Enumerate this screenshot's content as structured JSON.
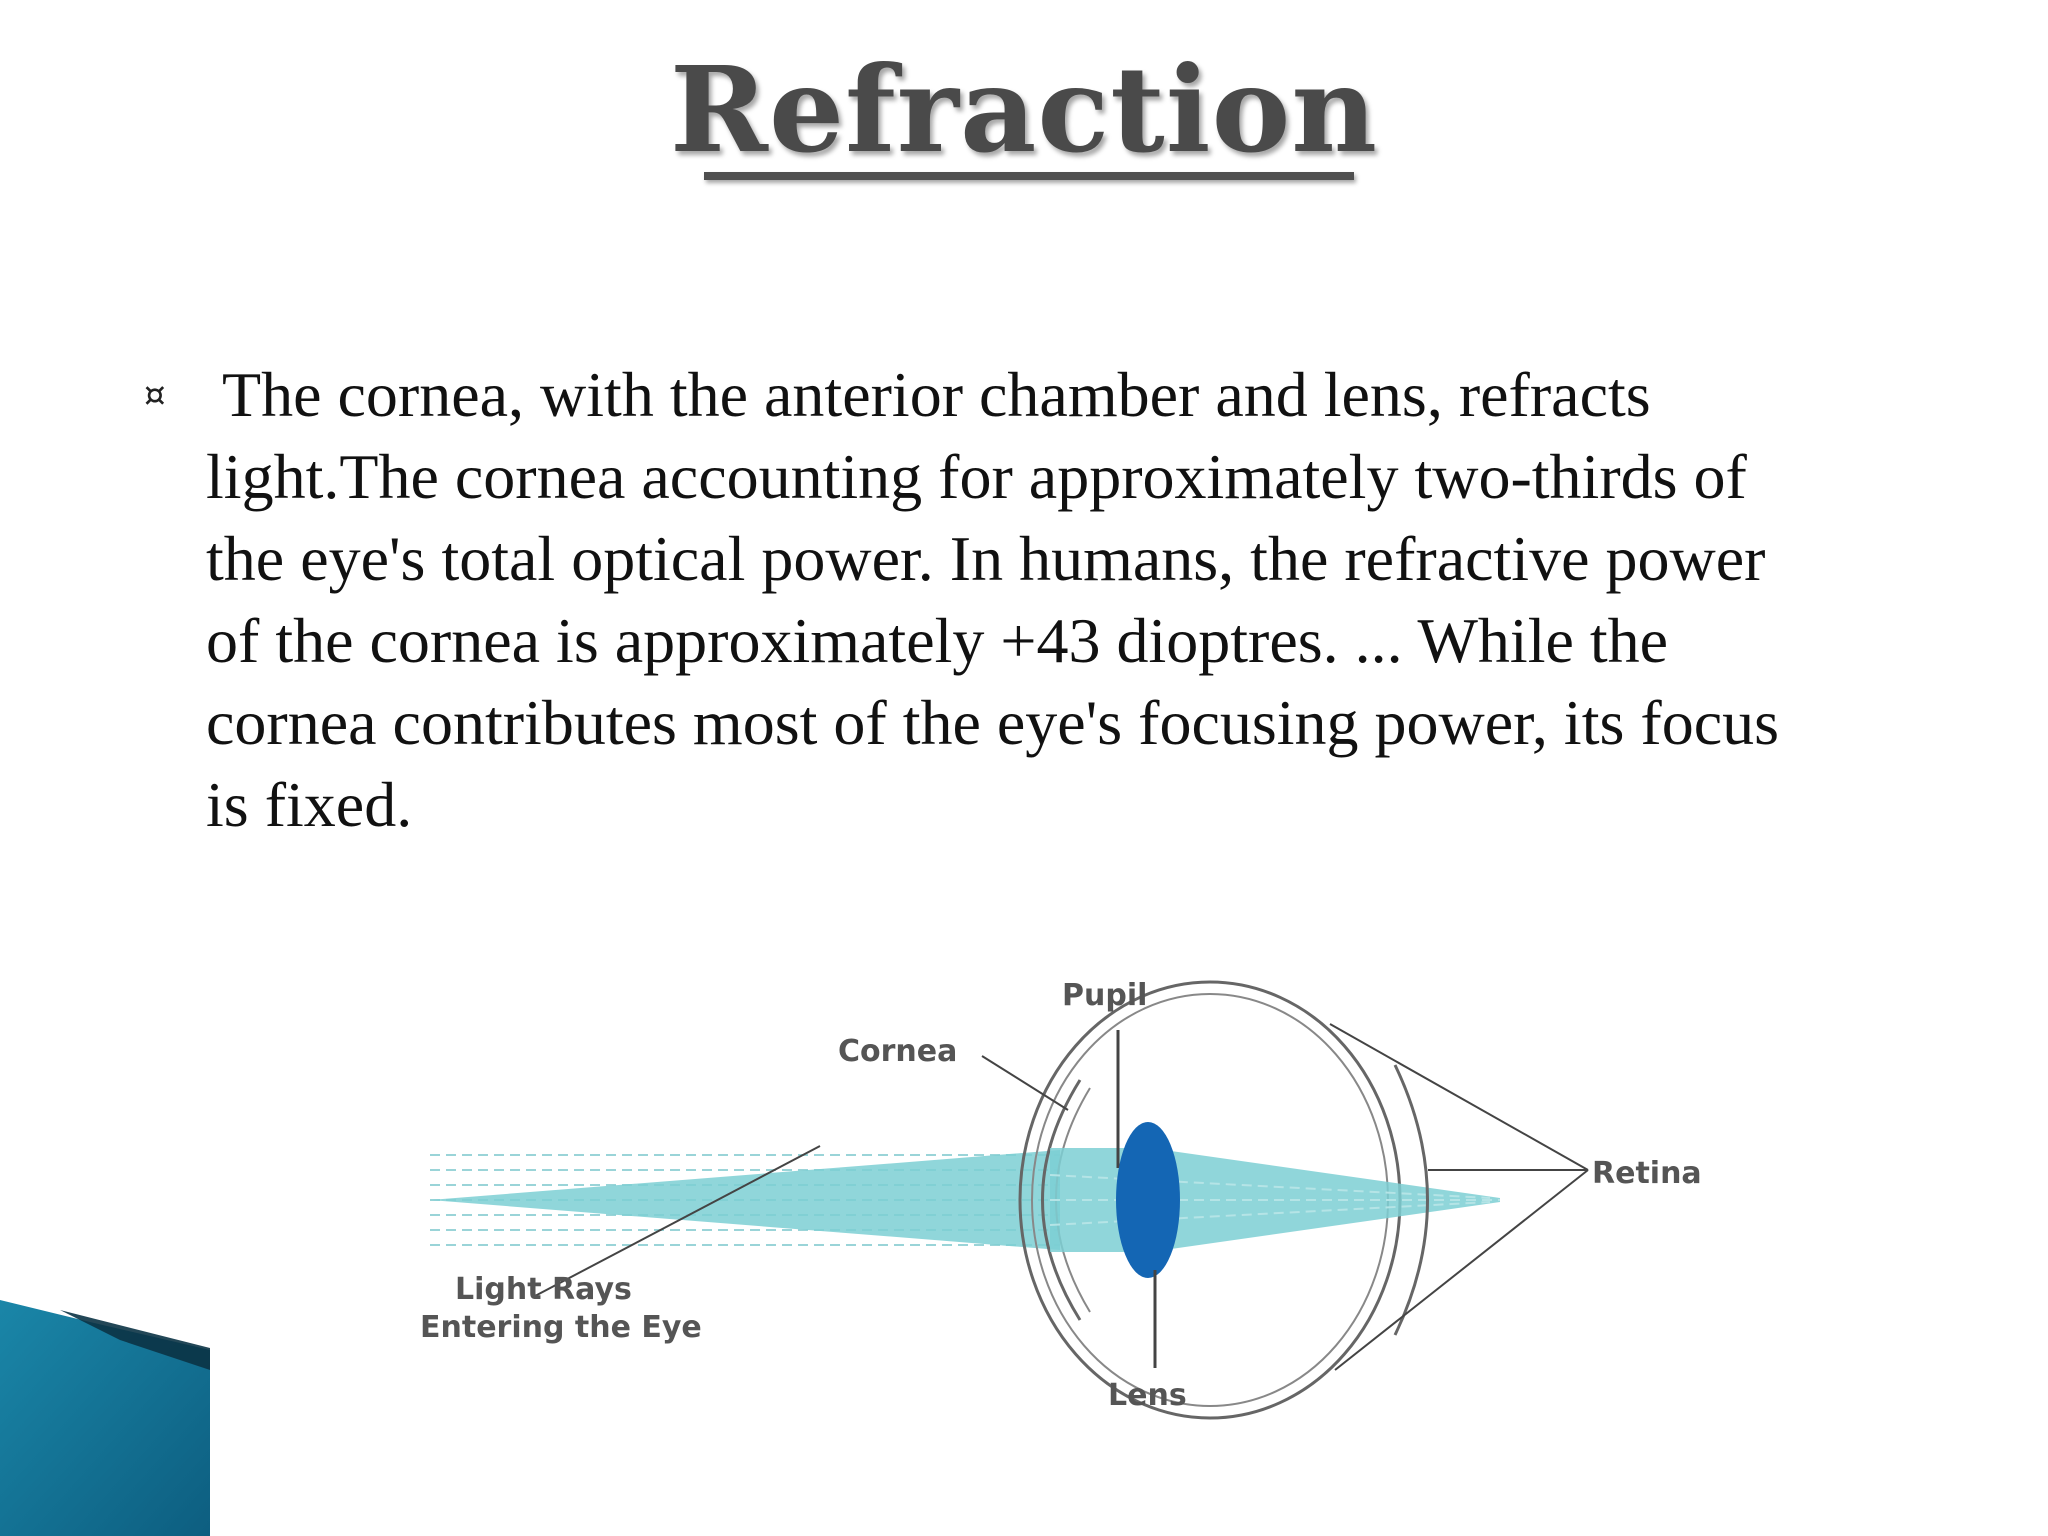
{
  "slide": {
    "title": "Refraction",
    "bullet_marker": "¤",
    "bullet_text": "The cornea, with the anterior chamber and lens, refracts\nlight.The cornea accounting for approximately two-thirds of\nthe eye's total optical power. In humans, the refractive power\nof the cornea is approximately +43 dioptres. ... While the\ncornea contributes most of the eye's focusing power, its focus\nis fixed."
  },
  "diagram": {
    "labels": {
      "pupil": "Pupil",
      "cornea": "Cornea",
      "retina": "Retina",
      "light_rays_line1": "Light Rays",
      "light_rays_line2": "Entering the Eye",
      "lens": "Lens"
    },
    "colors": {
      "light": "#7ccfd4",
      "lens": "#1466b4",
      "outline": "#666666"
    }
  },
  "theme": {
    "accent": "#1c7fa3"
  }
}
